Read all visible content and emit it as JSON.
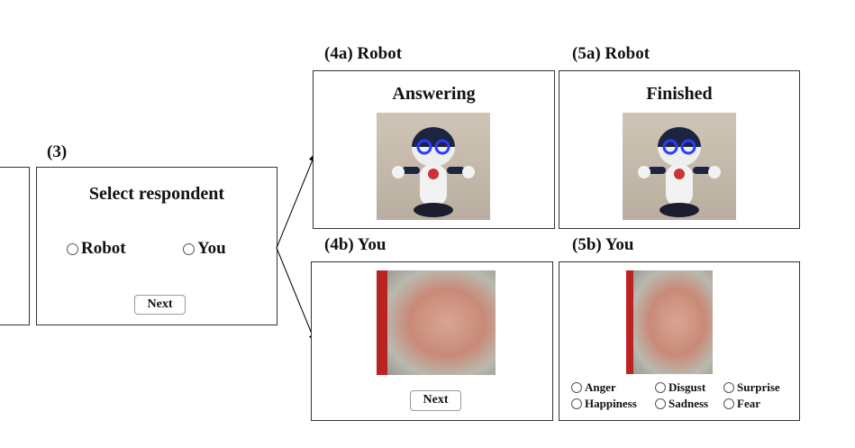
{
  "step3": {
    "label": "(3)",
    "title": "Select respondent",
    "options": [
      "Robot",
      "You"
    ],
    "next": "Next"
  },
  "step4a": {
    "label": "(4a) Robot",
    "title": "Answering"
  },
  "step5a": {
    "label": "(5a) Robot",
    "title": "Finished"
  },
  "step4b": {
    "label": "(4b) You",
    "next": "Next"
  },
  "step5b": {
    "label": "(5b) You",
    "emotions": [
      "Anger",
      "Disgust",
      "Surprise",
      "Happiness",
      "Sadness",
      "Fear"
    ]
  }
}
